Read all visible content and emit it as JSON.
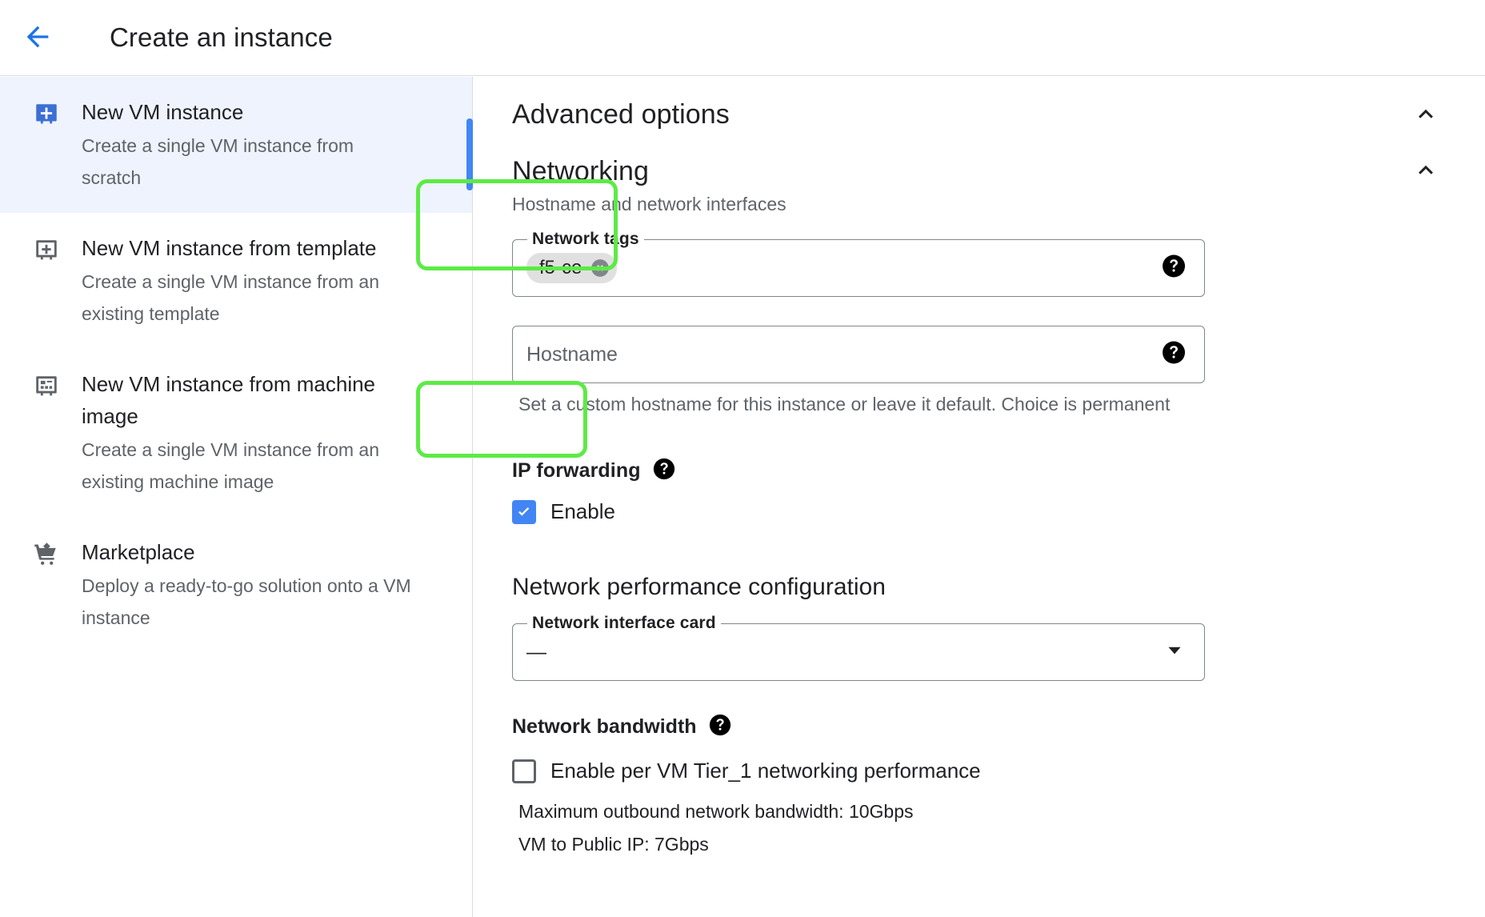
{
  "header": {
    "back_icon": "arrow-left-icon",
    "title": "Create an instance",
    "accent_blue": "#1a73e8"
  },
  "sidebar": {
    "items": [
      {
        "icon": "vm-instance-filled-icon",
        "title": "New VM instance",
        "desc": "Create a single VM instance from scratch",
        "selected": true
      },
      {
        "icon": "vm-template-icon",
        "title": "New VM instance from template",
        "desc": "Create a single VM instance from an existing template",
        "selected": false
      },
      {
        "icon": "vm-machine-image-icon",
        "title": "New VM instance from machine image",
        "desc": "Create a single VM instance from an existing machine image",
        "selected": false
      },
      {
        "icon": "shopping-cart-icon",
        "title": "Marketplace",
        "desc": "Deploy a ready-to-go solution onto a VM instance",
        "selected": false
      }
    ]
  },
  "main": {
    "advanced_options": {
      "title": "Advanced options",
      "collapse_icon": "chevron-up-icon"
    },
    "networking": {
      "title": "Networking",
      "collapse_icon": "chevron-up-icon",
      "subtitle": "Hostname and network interfaces",
      "network_tags": {
        "legend": "Network tags",
        "chips": [
          "f5-ce"
        ],
        "remove_icon": "close-circle-icon",
        "help_icon": "help-icon"
      },
      "hostname": {
        "placeholder": "Hostname",
        "value": "",
        "help_icon": "help-icon",
        "helper_text": "Set a custom hostname for this instance or leave it default. Choice is permanent"
      },
      "ip_forwarding": {
        "label": "IP forwarding",
        "help_icon": "help-icon",
        "checkbox_label": "Enable",
        "checked": true
      },
      "performance": {
        "title": "Network performance configuration",
        "nic": {
          "legend": "Network interface card",
          "value": "—",
          "caret_icon": "chevron-down-icon"
        },
        "bandwidth": {
          "label": "Network bandwidth",
          "help_icon": "help-icon",
          "checkbox_label": "Enable per VM Tier_1 networking performance",
          "checked": false,
          "notes": [
            "Maximum outbound network bandwidth: 10Gbps",
            "VM to Public IP: 7Gbps"
          ]
        }
      }
    }
  },
  "highlights": {
    "color": "#5ceb45",
    "boxes": [
      "network-tags-highlight",
      "ip-forwarding-highlight"
    ]
  }
}
